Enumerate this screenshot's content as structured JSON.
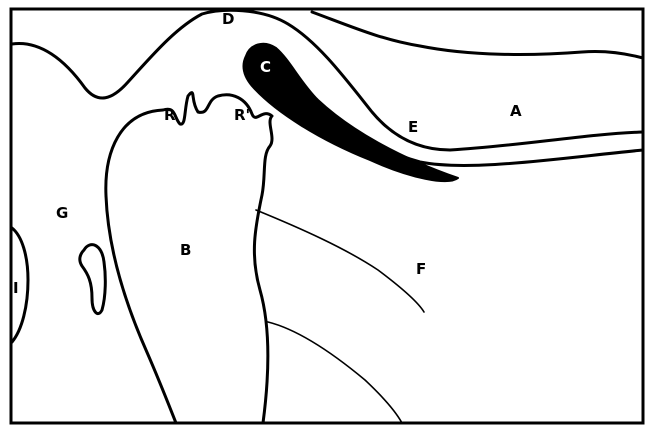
{
  "diagram": {
    "labels": {
      "a": "A",
      "b": "B",
      "c": "C",
      "d": "D",
      "e": "E",
      "f": "F",
      "g": "G",
      "i": "I",
      "r": "R",
      "r_prime": "R'"
    },
    "colors": {
      "ink": "#000000",
      "paper": "#ffffff"
    }
  }
}
